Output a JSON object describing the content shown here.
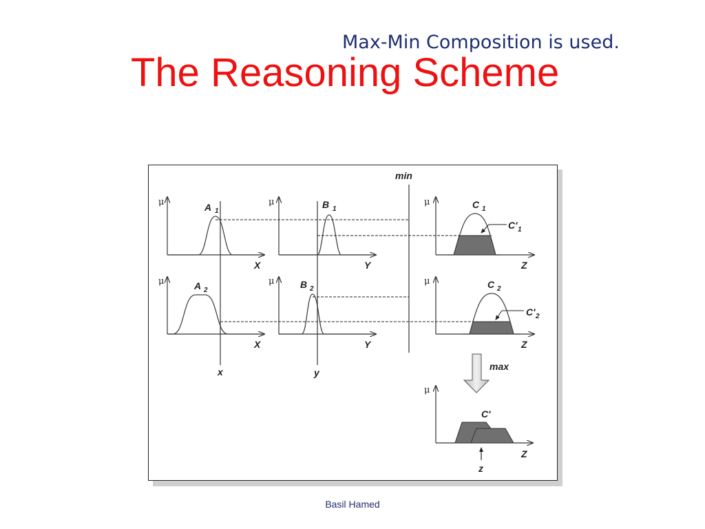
{
  "slide": {
    "subtitle": "Max-Min Composition is used.",
    "title": "The Reasoning Scheme",
    "footer": "Basil Hamed"
  },
  "figure": {
    "mu": "μ",
    "labels": {
      "min": "min",
      "max": "max",
      "A1": "A",
      "A1_sub": "1",
      "B1": "B",
      "B1_sub": "1",
      "C1": "C",
      "C1_sub": "1",
      "C1p": "C'",
      "C1p_sub": "1",
      "A2": "A",
      "A2_sub": "2",
      "B2": "B",
      "B2_sub": "2",
      "C2": "C",
      "C2_sub": "2",
      "C2p": "C'",
      "C2p_sub": "2",
      "Cp": "C'",
      "X1": "X",
      "Y1": "Y",
      "Z1": "Z",
      "X2": "X",
      "Y2": "Y",
      "Z2": "Z",
      "Z3": "Z",
      "x": "x",
      "y": "y",
      "z": "z"
    }
  },
  "colors": {
    "title": "#ee1111",
    "subtitle": "#1f2e72",
    "shade": "#707070"
  }
}
